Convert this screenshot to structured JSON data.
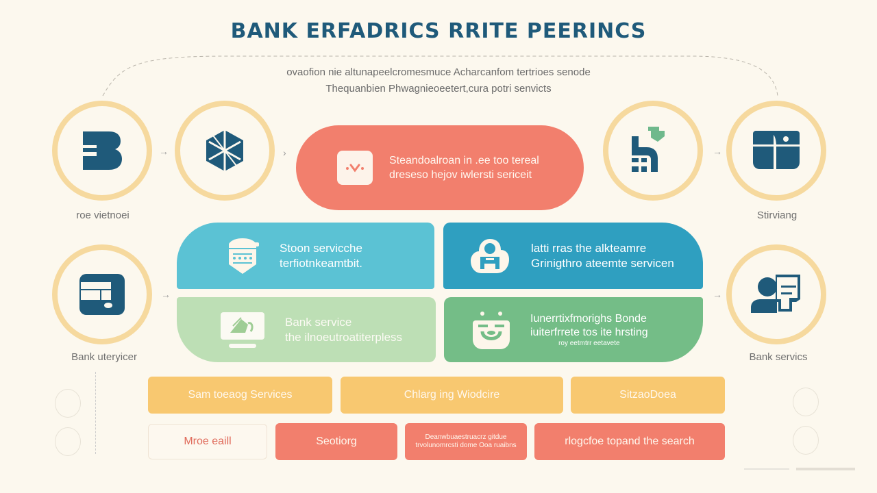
{
  "title": "BANK ERFADRICS RRITE PEERINCS",
  "subtitle": {
    "line1": "ovaofion nie altunapeelcromesmuce Acharcanfom tertrioes senode",
    "line2": "Thequanbien Phwagnieoeetert,cura potri senvicts"
  },
  "top_row": {
    "nodes": [
      {
        "icon": "bank-b-logo-icon",
        "label": "roe vietnoei"
      },
      {
        "icon": "hexagon-network-icon",
        "label": ""
      },
      {
        "icon": "building-flag-icon",
        "label": ""
      },
      {
        "icon": "card-payment-icon",
        "label": "Stirviang"
      }
    ],
    "highlight": {
      "icon": "wave-chart-icon",
      "line1": "Steandoalroan in .ee too tereal",
      "line2": "dreseso hejov iwlersti sericeit",
      "color": "#f27f6d"
    }
  },
  "middle_row": {
    "left_node": {
      "icon": "wallet-icon",
      "label": "Bank uteryicer"
    },
    "right_node": {
      "icon": "user-document-icon",
      "label": "Bank servics"
    },
    "cards": [
      {
        "icon": "shield-calendar-icon",
        "line1": "Stoon servicche",
        "line2": "terfiotnkeamtbit.",
        "color": "#5bc2d4"
      },
      {
        "icon": "cloud-user-icon",
        "line1": "latti rras the alkteamre",
        "line2": "Grinigthro ateemte servicen",
        "color": "#2f9fc0"
      },
      {
        "icon": "monitor-chart-icon",
        "line1": "Bank service",
        "line2": "the ilnoeutroatiterpless",
        "color": "#bddfb5"
      },
      {
        "icon": "smile-basket-icon",
        "line1": "Iunerrtixfmorighs Bonde",
        "line2": "iuiterfrrete tos ite hrsting",
        "line3": "roy eetmtrr eetavete",
        "color": "#74bd87"
      }
    ]
  },
  "bottom_rows": {
    "row1": [
      {
        "label": "Sam toeaog Services",
        "color": "#f8c870"
      },
      {
        "label": "Chlarg ing Wiodcire",
        "color": "#f8c870"
      },
      {
        "label": "SitzaoDoea",
        "color": "#f8c870"
      }
    ],
    "row2": [
      {
        "label": "Mroe eaill",
        "color": "#fdf8ef"
      },
      {
        "label": "Seotiorg",
        "color": "#f27f6d"
      },
      {
        "label": "Deanwbuaestruacrz gitdue trvolunomrcsti dome Ooa ruaibns",
        "color": "#f27f6d"
      },
      {
        "label": "rlogcfoe topand the search",
        "color": "#f27f6d"
      }
    ]
  },
  "colors": {
    "background": "#fcf8ee",
    "title": "#1f5a7a",
    "ring": "#f6d99e",
    "icon_dark": "#1f5a7a",
    "icon_green": "#6fb98c",
    "coral": "#f27f6d",
    "yellow": "#f8c870"
  }
}
